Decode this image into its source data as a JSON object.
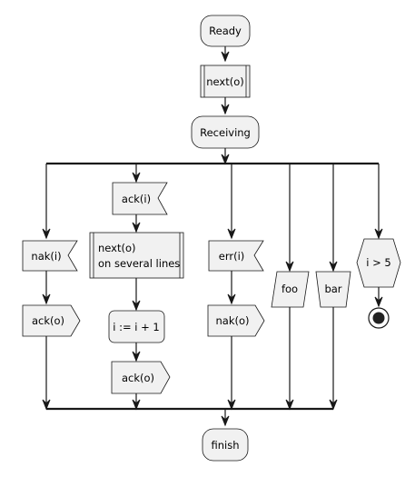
{
  "diagram": {
    "start": "Ready",
    "step1": "next(o)",
    "step2": "Receiving",
    "branch_ack": {
      "receive": "ack(i)",
      "process_line1": "next(o)",
      "process_line2": "on several lines",
      "assign": "i := i + 1",
      "send": "ack(o)"
    },
    "branch_nak": {
      "receive": "nak(i)",
      "send": "ack(o)"
    },
    "branch_err": {
      "receive": "err(i)",
      "send": "nak(o)"
    },
    "branch_foo": "foo",
    "branch_bar": "bar",
    "branch_cond": "i > 5",
    "end": "finish"
  }
}
